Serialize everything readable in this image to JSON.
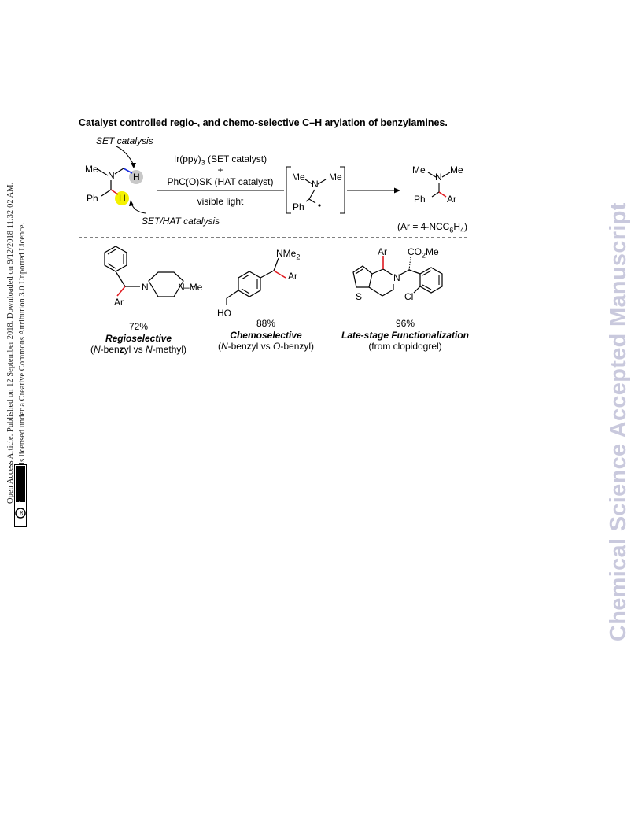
{
  "title": "Catalyst controlled regio-, and chemo-selective C–H arylation of benzylamines.",
  "side_text": {
    "line1": "Open Access Article. Published on 12 September 2018. Downloaded on 9/12/2018 11:32:02 AM.",
    "line2": "This article is licensed under a Creative Commons Attribution 3.0 Unported Licence.",
    "cc_badge": "BY"
  },
  "watermark": "Chemical Science Accepted Manuscript",
  "scheme": {
    "set_catalysis": "SET catalysis",
    "set_hat_catalysis": "SET/HAT catalysis",
    "cond_line1_pre": "Ir(ppy)",
    "cond_line1_sub": "3",
    "cond_line1_post": " (SET catalyst)",
    "cond_plus": "+",
    "cond_line2": "PhC(O)SK (HAT catalyst)",
    "cond_line3": "visible light",
    "ar_note_pre": "(Ar = 4-NCC",
    "ar_note_sub1": "6",
    "ar_note_mid": "H",
    "ar_note_sub2": "4",
    "ar_note_post": ")",
    "atoms": {
      "me": "Me",
      "n": "N",
      "h": "H",
      "ph": "Ph",
      "ar": "Ar"
    }
  },
  "products": [
    {
      "yield": "72%",
      "label": "Regioselective",
      "note_parts": [
        "(",
        "N",
        "-ben",
        "z",
        "yl vs ",
        "N",
        "-methyl)"
      ],
      "atoms": {
        "ar": "Ar",
        "n1": "N",
        "n2": "N",
        "me": "Me"
      }
    },
    {
      "yield": "88%",
      "label": "Chemoselective",
      "note_parts": [
        "(",
        "N",
        "-ben",
        "z",
        "yl vs ",
        "O",
        "-ben",
        "z",
        "yl)"
      ],
      "atoms": {
        "nme": "NMe",
        "nme_sub": "2",
        "ar": "Ar",
        "ho": "HO"
      }
    },
    {
      "yield": "96%",
      "label": "Late-stage Functionalization",
      "note": "(from clopidogrel)",
      "atoms": {
        "ar": "Ar",
        "co2me_pre": "CO",
        "co2me_sub": "2",
        "co2me_post": "Me",
        "n": "N",
        "s": "S",
        "cl": "Cl"
      }
    }
  ],
  "colors": {
    "highlight_yellow": "#f5f200",
    "highlight_grey": "#c8c8c8",
    "bond_red": "#e0191f",
    "bond_blue": "#1b2fe0",
    "watermark": "#c9c9dd"
  }
}
